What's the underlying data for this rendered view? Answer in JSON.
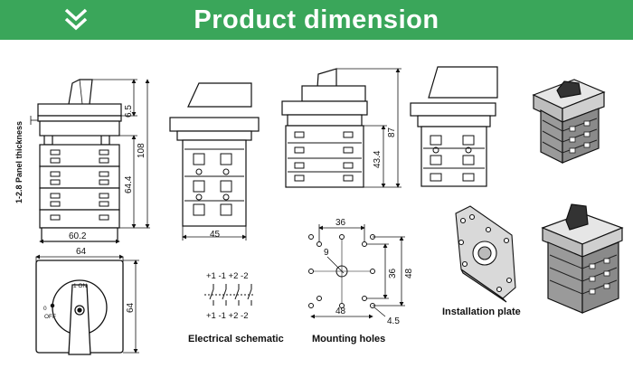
{
  "banner": {
    "title": "Product dimension",
    "color": "#3aa65a",
    "icon": "double-chevron-down-icon"
  },
  "side_view": {
    "dim_top": "6.5",
    "dim_total": "108",
    "dim_body": "64.4",
    "dim_width": "60.2",
    "panel_label": "1-2.8 Panel thickness"
  },
  "view_width_45": {
    "dim_width": "45"
  },
  "view_height_87": {
    "dim_total": "87",
    "dim_body": "43.4"
  },
  "front_view": {
    "dim_width": "64",
    "dim_height": "64",
    "label_on": "1 ON",
    "label_off": "OFF",
    "label_zero": "0"
  },
  "schematic": {
    "top_labels": "+1 -1 +2 -2",
    "bottom_labels": "+1 -1 +2 -2",
    "caption": "Electrical schematic"
  },
  "mounting": {
    "dim_top": "36",
    "dim_inner_v": "36",
    "dim_outer_v": "48",
    "dim_bottom": "48",
    "dim_hole_large": "9",
    "dim_hole_small": "4.5",
    "caption": "Mounting holes"
  },
  "installation": {
    "caption": "Installation plate"
  }
}
